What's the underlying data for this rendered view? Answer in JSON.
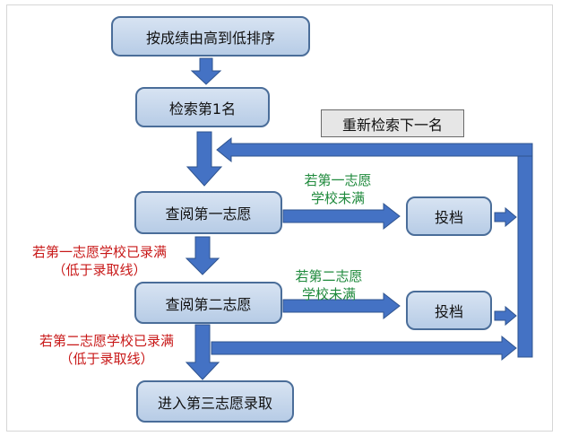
{
  "nodes": {
    "sort": "按成绩由高到低排序",
    "retrieve_first": "检索第1名",
    "check_first": "查阅第一志愿",
    "check_second": "查阅第二志愿",
    "submit_1": "投档",
    "submit_2": "投档",
    "third": "进入第三志愿录取",
    "retry": "重新检索下一名"
  },
  "labels": {
    "first_not_full": [
      "若第一志愿",
      "学校未满"
    ],
    "first_full": [
      "若第一志愿学校已录满",
      "（低于录取线）"
    ],
    "second_not_full": [
      "若第二志愿",
      "学校未满"
    ],
    "second_full": [
      "若第二志愿学校已录满",
      "（低于录取线）"
    ]
  },
  "colors": {
    "arrow": "#4472c4",
    "box_border": "#4a6d99",
    "box_fill": "#c6d7ec",
    "condition_met": "#1f8a3c",
    "condition_failed": "#c81818"
  }
}
